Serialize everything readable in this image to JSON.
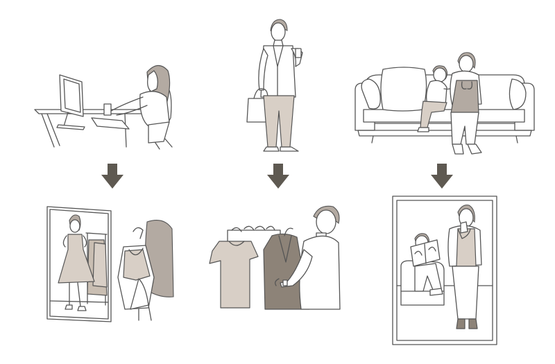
{
  "colors": {
    "line": "#555555",
    "arrow": "#5e5951",
    "hair": "#b3aaa2",
    "beige": "#d8cfc6",
    "beige_dark": "#c9beb2",
    "taupe": "#8d8378",
    "background": "#ffffff"
  },
  "panels": [
    {
      "before": "woman-shopping-online-at-desk",
      "after": "woman-trying-dress-in-mirror",
      "arrow": "down-arrow-icon"
    },
    {
      "before": "businessman-with-briefcase-and-phone",
      "after": "man-choosing-jacket-from-rack",
      "arrow": "down-arrow-icon"
    },
    {
      "before": "mother-and-child-on-sofa",
      "after": "mother-and-child-family-photo",
      "arrow": "down-arrow-icon"
    }
  ]
}
